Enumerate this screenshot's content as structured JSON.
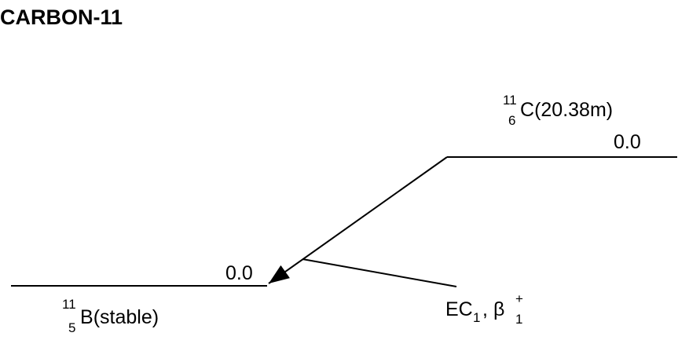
{
  "title": "CARBON-11",
  "parent": {
    "mass": "11",
    "atomic_number": "6",
    "symbol": "C",
    "half_life": "(20.38m)",
    "level_energy": "0.0"
  },
  "daughter": {
    "mass": "11",
    "atomic_number": "5",
    "symbol": "B",
    "half_life": "(stable)",
    "level_energy": "0.0"
  },
  "decay": {
    "ec_label": "EC",
    "ec_sub": "1",
    "separator": ",",
    "beta_label": "β",
    "beta_sup": "+",
    "beta_sub": "1"
  }
}
